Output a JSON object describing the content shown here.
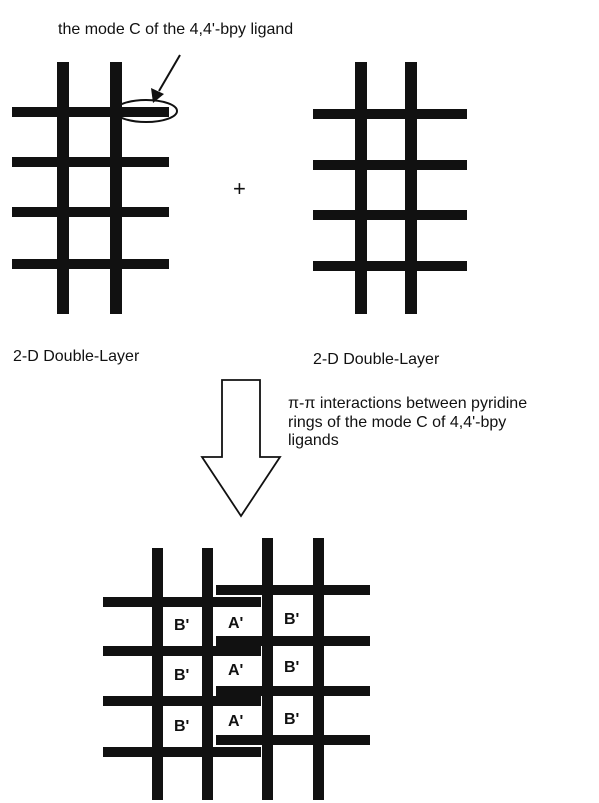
{
  "annotation": {
    "text": "the mode C of the 4,4'-bpy ligand"
  },
  "operator": "+",
  "left_layer": {
    "label": "2-D Double-Layer"
  },
  "right_layer": {
    "label": "2-D Double-Layer"
  },
  "process_note": {
    "lines": [
      "π-π interactions between pyridine",
      "rings of the mode  C of 4,4'-bpy",
      "ligands"
    ]
  },
  "combined": {
    "cells": {
      "left": [
        "B'",
        "B'",
        "B'"
      ],
      "middle": [
        "A'",
        "A'",
        "A'"
      ],
      "right": [
        "B'",
        "B'",
        "B'"
      ]
    }
  }
}
